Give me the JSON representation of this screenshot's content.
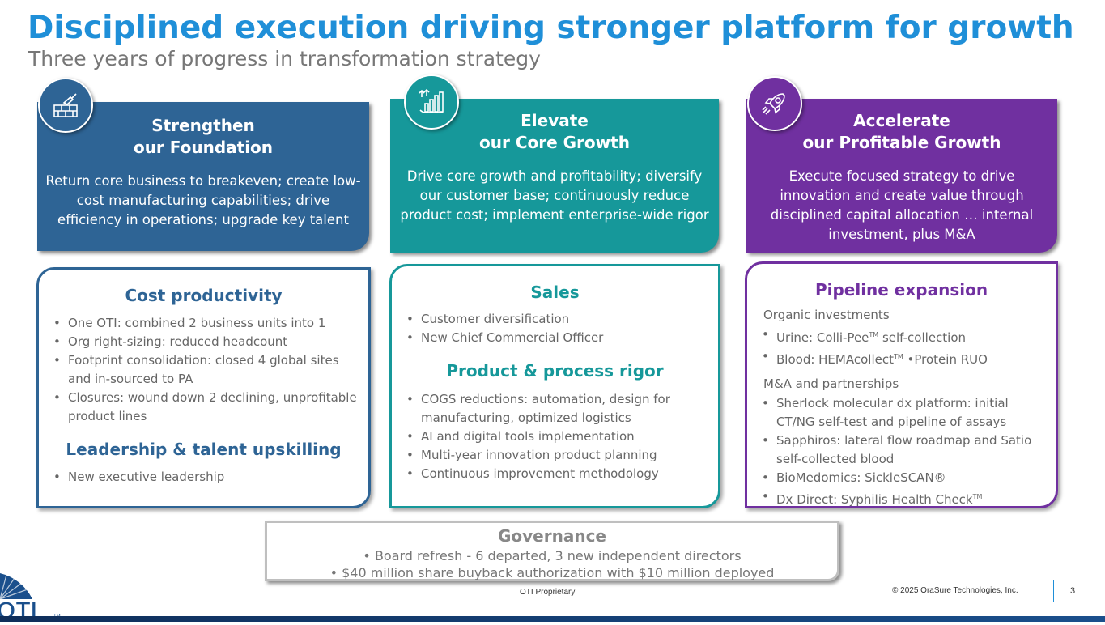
{
  "header": {
    "title": "Disciplined execution driving stronger platform for growth",
    "subtitle": "Three years of progress in transformation strategy"
  },
  "pillars": [
    {
      "icon": "brick-wall-trowel-icon",
      "title_line1": "Strengthen",
      "title_line2": "our Foundation",
      "body": "Return core business to breakeven; create low-cost manufacturing capabilities; drive efficiency in operations; upgrade key talent",
      "color": "#2e6495"
    },
    {
      "icon": "growth-chart-icon",
      "title_line1": "Elevate",
      "title_line2": "our Core Growth",
      "body": "Drive core growth and profitability; diversify our customer base; continuously reduce product cost; implement enterprise-wide rigor",
      "color": "#16989a"
    },
    {
      "icon": "rocket-icon",
      "title_line1": "Accelerate",
      "title_line2": "our Profitable Growth",
      "body": "Execute focused strategy to drive innovation and create value through disciplined capital allocation … internal investment, plus M&A",
      "color": "#7030a0"
    }
  ],
  "cards": {
    "foundation": {
      "heading1": "Cost productivity",
      "items1": [
        "One OTI: combined 2 business units into 1",
        "Org right-sizing: reduced headcount",
        "Footprint consolidation: closed 4 global sites and in-sourced to PA",
        "Closures: wound down 2 declining, unprofitable product lines"
      ],
      "heading2": "Leadership & talent upskilling",
      "items2": [
        "New executive leadership"
      ]
    },
    "core": {
      "heading1": "Sales",
      "items1": [
        "Customer diversification",
        "New Chief Commercial Officer"
      ],
      "heading2": "Product & process rigor",
      "items2": [
        "COGS reductions: automation, design for manufacturing, optimized logistics",
        "AI and digital tools implementation",
        "Multi-year innovation product planning",
        "Continuous improvement methodology"
      ]
    },
    "pipeline": {
      "heading": "Pipeline expansion",
      "group1": "Organic investments",
      "items1": [
        {
          "pre": "Urine:  Colli-Pee",
          "tm": "TM",
          "post": " self-collection"
        },
        {
          "pre": "Blood:  HEMAcollect",
          "tm": "TM",
          "post": " •Protein RUO"
        }
      ],
      "group2": "M&A and partnerships",
      "items2": [
        {
          "pre": "Sherlock molecular dx platform: initial CT/NG self-test and pipeline of assays",
          "tm": "",
          "post": ""
        },
        {
          "pre": "Sapphiros:  lateral flow roadmap and Satio self-collected blood",
          "tm": "",
          "post": ""
        },
        {
          "pre": "BioMedomics:  SickleSCAN®",
          "tm": "",
          "post": ""
        },
        {
          "pre": "Dx Direct: Syphilis Health Check",
          "tm": "TM",
          "post": ""
        }
      ]
    }
  },
  "governance": {
    "heading": "Governance",
    "items": [
      "Board refresh - 6 departed, 3 new independent directors",
      "$40 million share buyback authorization with $10 million deployed"
    ]
  },
  "footer": {
    "proprietary": "OTI Proprietary",
    "copyright": "© 2025 OraSure Technologies, Inc.",
    "page": "3",
    "logo_text": "OTI",
    "logo_tm": "TM"
  }
}
